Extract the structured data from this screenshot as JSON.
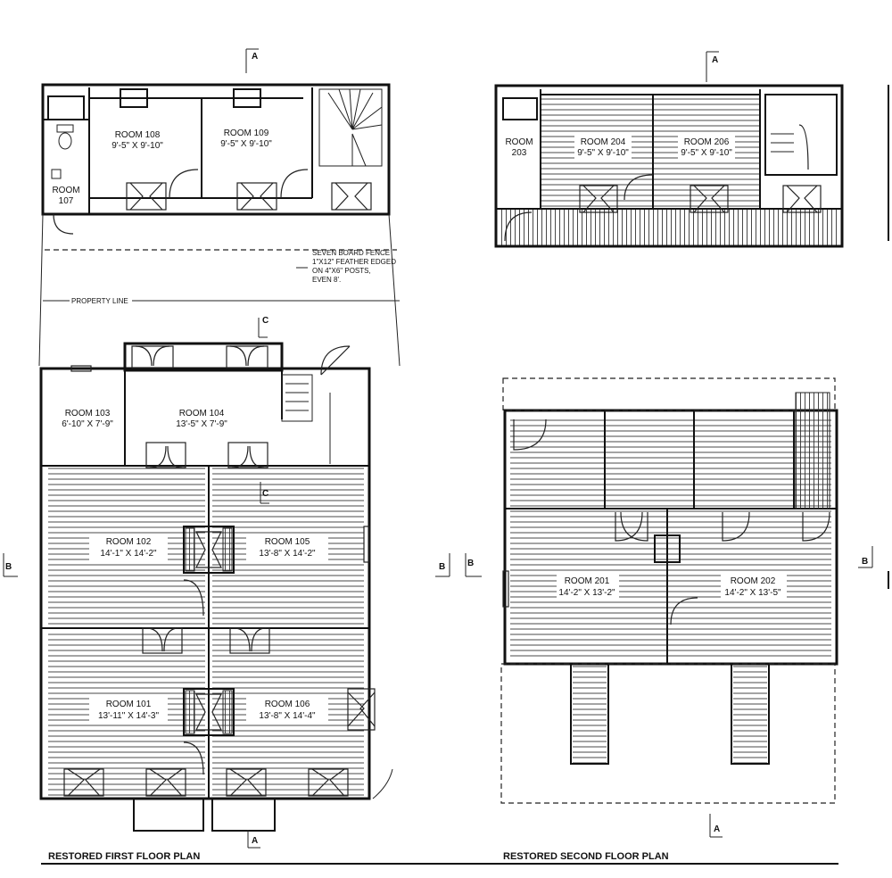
{
  "first_floor": {
    "title": "RESTORED FIRST FLOOR PLAN",
    "rooms": {
      "r108": {
        "name": "ROOM 108",
        "dims": "9'-5\" X 9'-10\""
      },
      "r109": {
        "name": "ROOM 109",
        "dims": "9'-5\" X 9'-10\""
      },
      "r107": {
        "name": "ROOM",
        "num": "107"
      },
      "r103": {
        "name": "ROOM 103",
        "dims": "6'-10\" X 7'-9\""
      },
      "r104": {
        "name": "ROOM 104",
        "dims": "13'-5\" X 7'-9\""
      },
      "r102": {
        "name": "ROOM 102",
        "dims": "14'-1\" X 14'-2\""
      },
      "r105": {
        "name": "ROOM 105",
        "dims": "13'-8\" X 14'-2\""
      },
      "r101": {
        "name": "ROOM 101",
        "dims": "13'-11\" X 14'-3\""
      },
      "r106": {
        "name": "ROOM 106",
        "dims": "13'-8\" X 14'-4\""
      }
    },
    "fence_note": [
      "SEVEN BOARD FENCE",
      "1\"X12\" FEATHER EDGED",
      "ON 4\"X6\" POSTS,",
      "EVEN 8'."
    ],
    "property_line": "PROPERTY LINE"
  },
  "second_floor": {
    "title": "RESTORED  SECOND  FLOOR PLAN",
    "rooms": {
      "r203": {
        "name": "ROOM",
        "num": "203"
      },
      "r204": {
        "name": "ROOM 204",
        "dims": "9'-5\" X 9'-10\""
      },
      "r206": {
        "name": "ROOM 206",
        "dims": "9'-5\" X 9'-10\""
      },
      "r201": {
        "name": "ROOM 201",
        "dims": "14'-2\" X 13'-2\""
      },
      "r202": {
        "name": "ROOM 202",
        "dims": "14'-2\" X 13'-5\""
      }
    }
  },
  "section_marks": {
    "a": "A",
    "b": "B",
    "c": "C"
  },
  "colors": {
    "ink": "#111111",
    "paper": "#ffffff"
  }
}
